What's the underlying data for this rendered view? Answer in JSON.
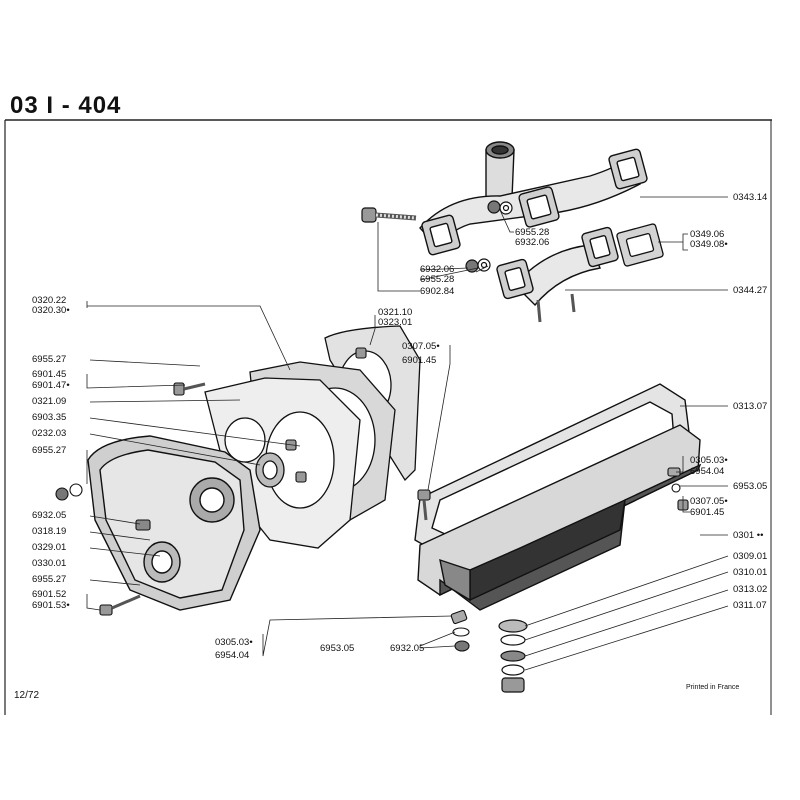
{
  "header": {
    "title": "03 I - 404"
  },
  "footer": {
    "page_code": "12/72",
    "printed": "Printed in France"
  },
  "labels": {
    "p0343_14": "0343.14",
    "p6955_28a": "6955.28",
    "p6932_06a": "6932.06",
    "p6932_06b": "6932.06",
    "p6955_28b": "6955.28",
    "p6902_84": "6902.84",
    "p0349_06": "0349.06",
    "p0349_08": "0349.08•",
    "p0344_27": "0344.27",
    "p0320_22": "0320.22",
    "p0320_30": "0320.30•",
    "p0321_10": "0321.10",
    "p0323_01": "0323.01",
    "p6955_27a": "6955.27",
    "p6901_45a": "6901.45",
    "p6901_47": "6901.47•",
    "p0321_09": "0321.09",
    "p6903_35": "6903.35",
    "p0232_03": "0232.03",
    "p6955_27b": "6955.27",
    "p6932_05a": "6932.05",
    "p0318_19": "0318.19",
    "p0329_01": "0329.01",
    "p0330_01": "0330.01",
    "p6955_27c": "6955.27",
    "p6901_52": "6901.52",
    "p6901_53": "6901.53•",
    "p0307_05a": "0307.05•",
    "p6901_45b": "6901.45",
    "p0313_07": "0313.07",
    "p0305_03a": "0305.03•",
    "p6954_04a": "6954.04",
    "p6953_05a": "6953.05",
    "p0307_05b": "0307.05•",
    "p6901_45c": "6901.45",
    "p0301": "0301 ••",
    "p0309_01": "0309.01",
    "p0310_01": "0310.01",
    "p0313_02": "0313.02",
    "p0311_07": "0311.07",
    "p0305_03b": "0305.03•",
    "p6954_04b": "6954.04",
    "p6953_05b": "6953.05",
    "p6932_05b": "6932.05"
  }
}
